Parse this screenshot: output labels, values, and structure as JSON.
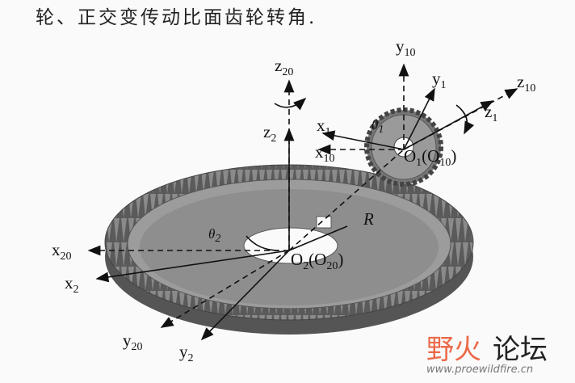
{
  "caption": "轮、正交变传动比面齿轮转角.",
  "labels": {
    "z20": {
      "base": "z",
      "sub": "20"
    },
    "z2": {
      "base": "z",
      "sub": "2"
    },
    "x1": {
      "base": "x",
      "sub": "1"
    },
    "x10": {
      "base": "x",
      "sub": "10"
    },
    "theta1": {
      "base": "θ",
      "sub": "1"
    },
    "y10": {
      "base": "y",
      "sub": "10"
    },
    "y1": {
      "base": "y",
      "sub": "1"
    },
    "z10": {
      "base": "z",
      "sub": "10"
    },
    "z1": {
      "base": "z",
      "sub": "1"
    },
    "O1": {
      "base": "O",
      "sub": "1",
      "paren": "(O",
      "sub2": "10",
      "close": ")"
    },
    "R": {
      "base": "R"
    },
    "theta2": {
      "base": "θ",
      "sub": "2"
    },
    "x20": {
      "base": "x",
      "sub": "20"
    },
    "x2": {
      "base": "x",
      "sub": "2"
    },
    "O2": {
      "base": "O",
      "sub": "2",
      "paren": "(O",
      "sub2": "20",
      "close": ")"
    },
    "y20": {
      "base": "y",
      "sub": "20"
    },
    "y2": {
      "base": "y",
      "sub": "2"
    }
  },
  "watermark": {
    "red": "野火",
    "dark": "论坛",
    "url": "www.proewildfire.cn"
  }
}
